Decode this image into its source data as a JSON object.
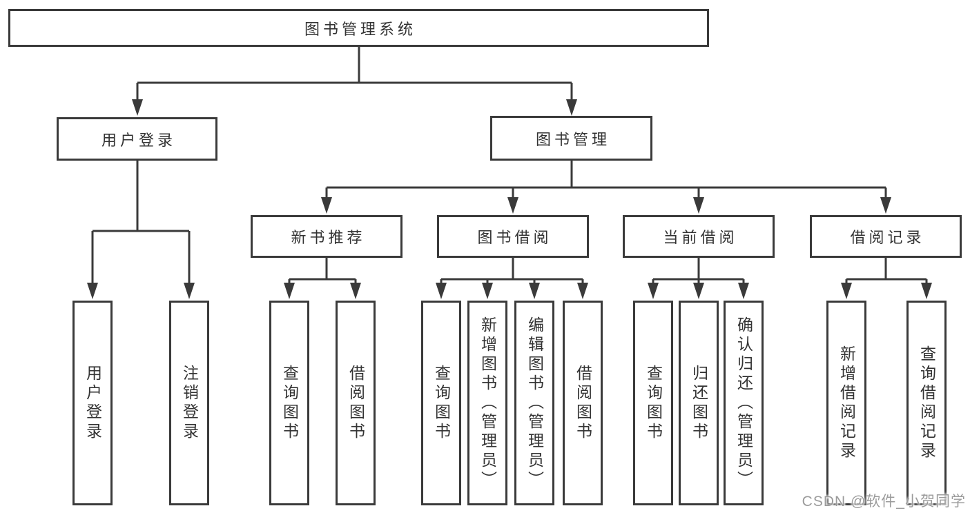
{
  "colors": {
    "line": "#3a3a3a",
    "text": "#333333",
    "watermark": "#9b9b9b",
    "background": "#ffffff"
  },
  "watermark": "CSDN @软件_小贺同学",
  "tree": {
    "label": "图书管理系统",
    "children": [
      {
        "label": "用户登录",
        "children": [
          {
            "label": "用户登录"
          },
          {
            "label": "注销登录"
          }
        ]
      },
      {
        "label": "图书管理",
        "children": [
          {
            "label": "新书推荐",
            "children": [
              {
                "label": "查询图书"
              },
              {
                "label": "借阅图书"
              }
            ]
          },
          {
            "label": "图书借阅",
            "children": [
              {
                "label": "查询图书"
              },
              {
                "label": "新增图书（管理员）"
              },
              {
                "label": "编辑图书（管理员）"
              },
              {
                "label": "借阅图书"
              }
            ]
          },
          {
            "label": "当前借阅",
            "children": [
              {
                "label": "查询图书"
              },
              {
                "label": "归还图书"
              },
              {
                "label": "确认归还（管理员）"
              }
            ]
          },
          {
            "label": "借阅记录",
            "children": [
              {
                "label": "新增借阅记录"
              },
              {
                "label": "查询借阅记录"
              }
            ]
          }
        ]
      }
    ]
  }
}
